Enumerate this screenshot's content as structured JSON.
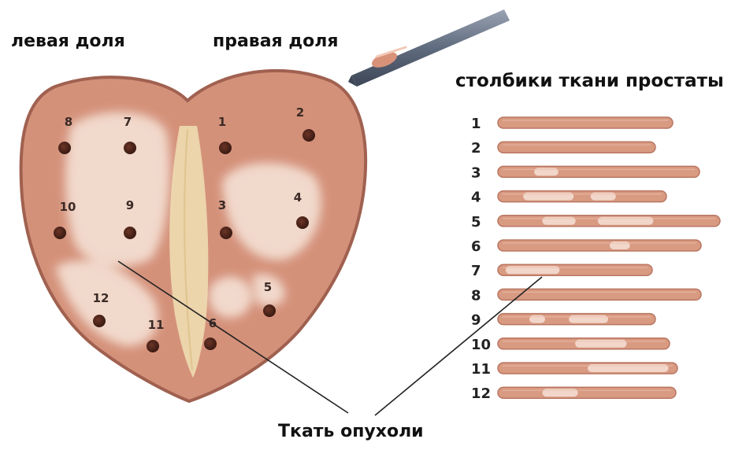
{
  "labels": {
    "left_lobe": "левая доля",
    "right_lobe": "правая доля",
    "tissue_cores": "столбики ткани простаты",
    "tumor_tissue": "Ткать опухоли"
  },
  "biopsy_sites": [
    "1",
    "2",
    "3",
    "4",
    "5",
    "6",
    "7",
    "8",
    "9",
    "10",
    "11",
    "12"
  ],
  "cores": [
    {
      "number": "1",
      "tumor": []
    },
    {
      "number": "2",
      "tumor": []
    },
    {
      "number": "3",
      "tumor": [
        [
          0.18,
          0.3
        ]
      ]
    },
    {
      "number": "4",
      "tumor": [
        [
          0.15,
          0.45
        ],
        [
          0.55,
          0.7
        ]
      ]
    },
    {
      "number": "5",
      "tumor": [
        [
          0.2,
          0.35
        ],
        [
          0.45,
          0.7
        ]
      ]
    },
    {
      "number": "6",
      "tumor": [
        [
          0.55,
          0.65
        ]
      ]
    },
    {
      "number": "7",
      "tumor": [
        [
          0.05,
          0.4
        ]
      ]
    },
    {
      "number": "8",
      "tumor": []
    },
    {
      "number": "9",
      "tumor": [
        [
          0.2,
          0.3
        ],
        [
          0.45,
          0.7
        ]
      ]
    },
    {
      "number": "10",
      "tumor": [
        [
          0.45,
          0.75
        ]
      ]
    },
    {
      "number": "11",
      "tumor": [
        [
          0.5,
          0.95
        ]
      ]
    },
    {
      "number": "12",
      "tumor": [
        [
          0.25,
          0.45
        ]
      ]
    }
  ],
  "colors": {
    "tissue": "#d99a82",
    "tissue_dark": "#b97661",
    "tumor": "#f3ddd0",
    "urethra": "#eedcb0",
    "needle": "#5f6b7e"
  }
}
